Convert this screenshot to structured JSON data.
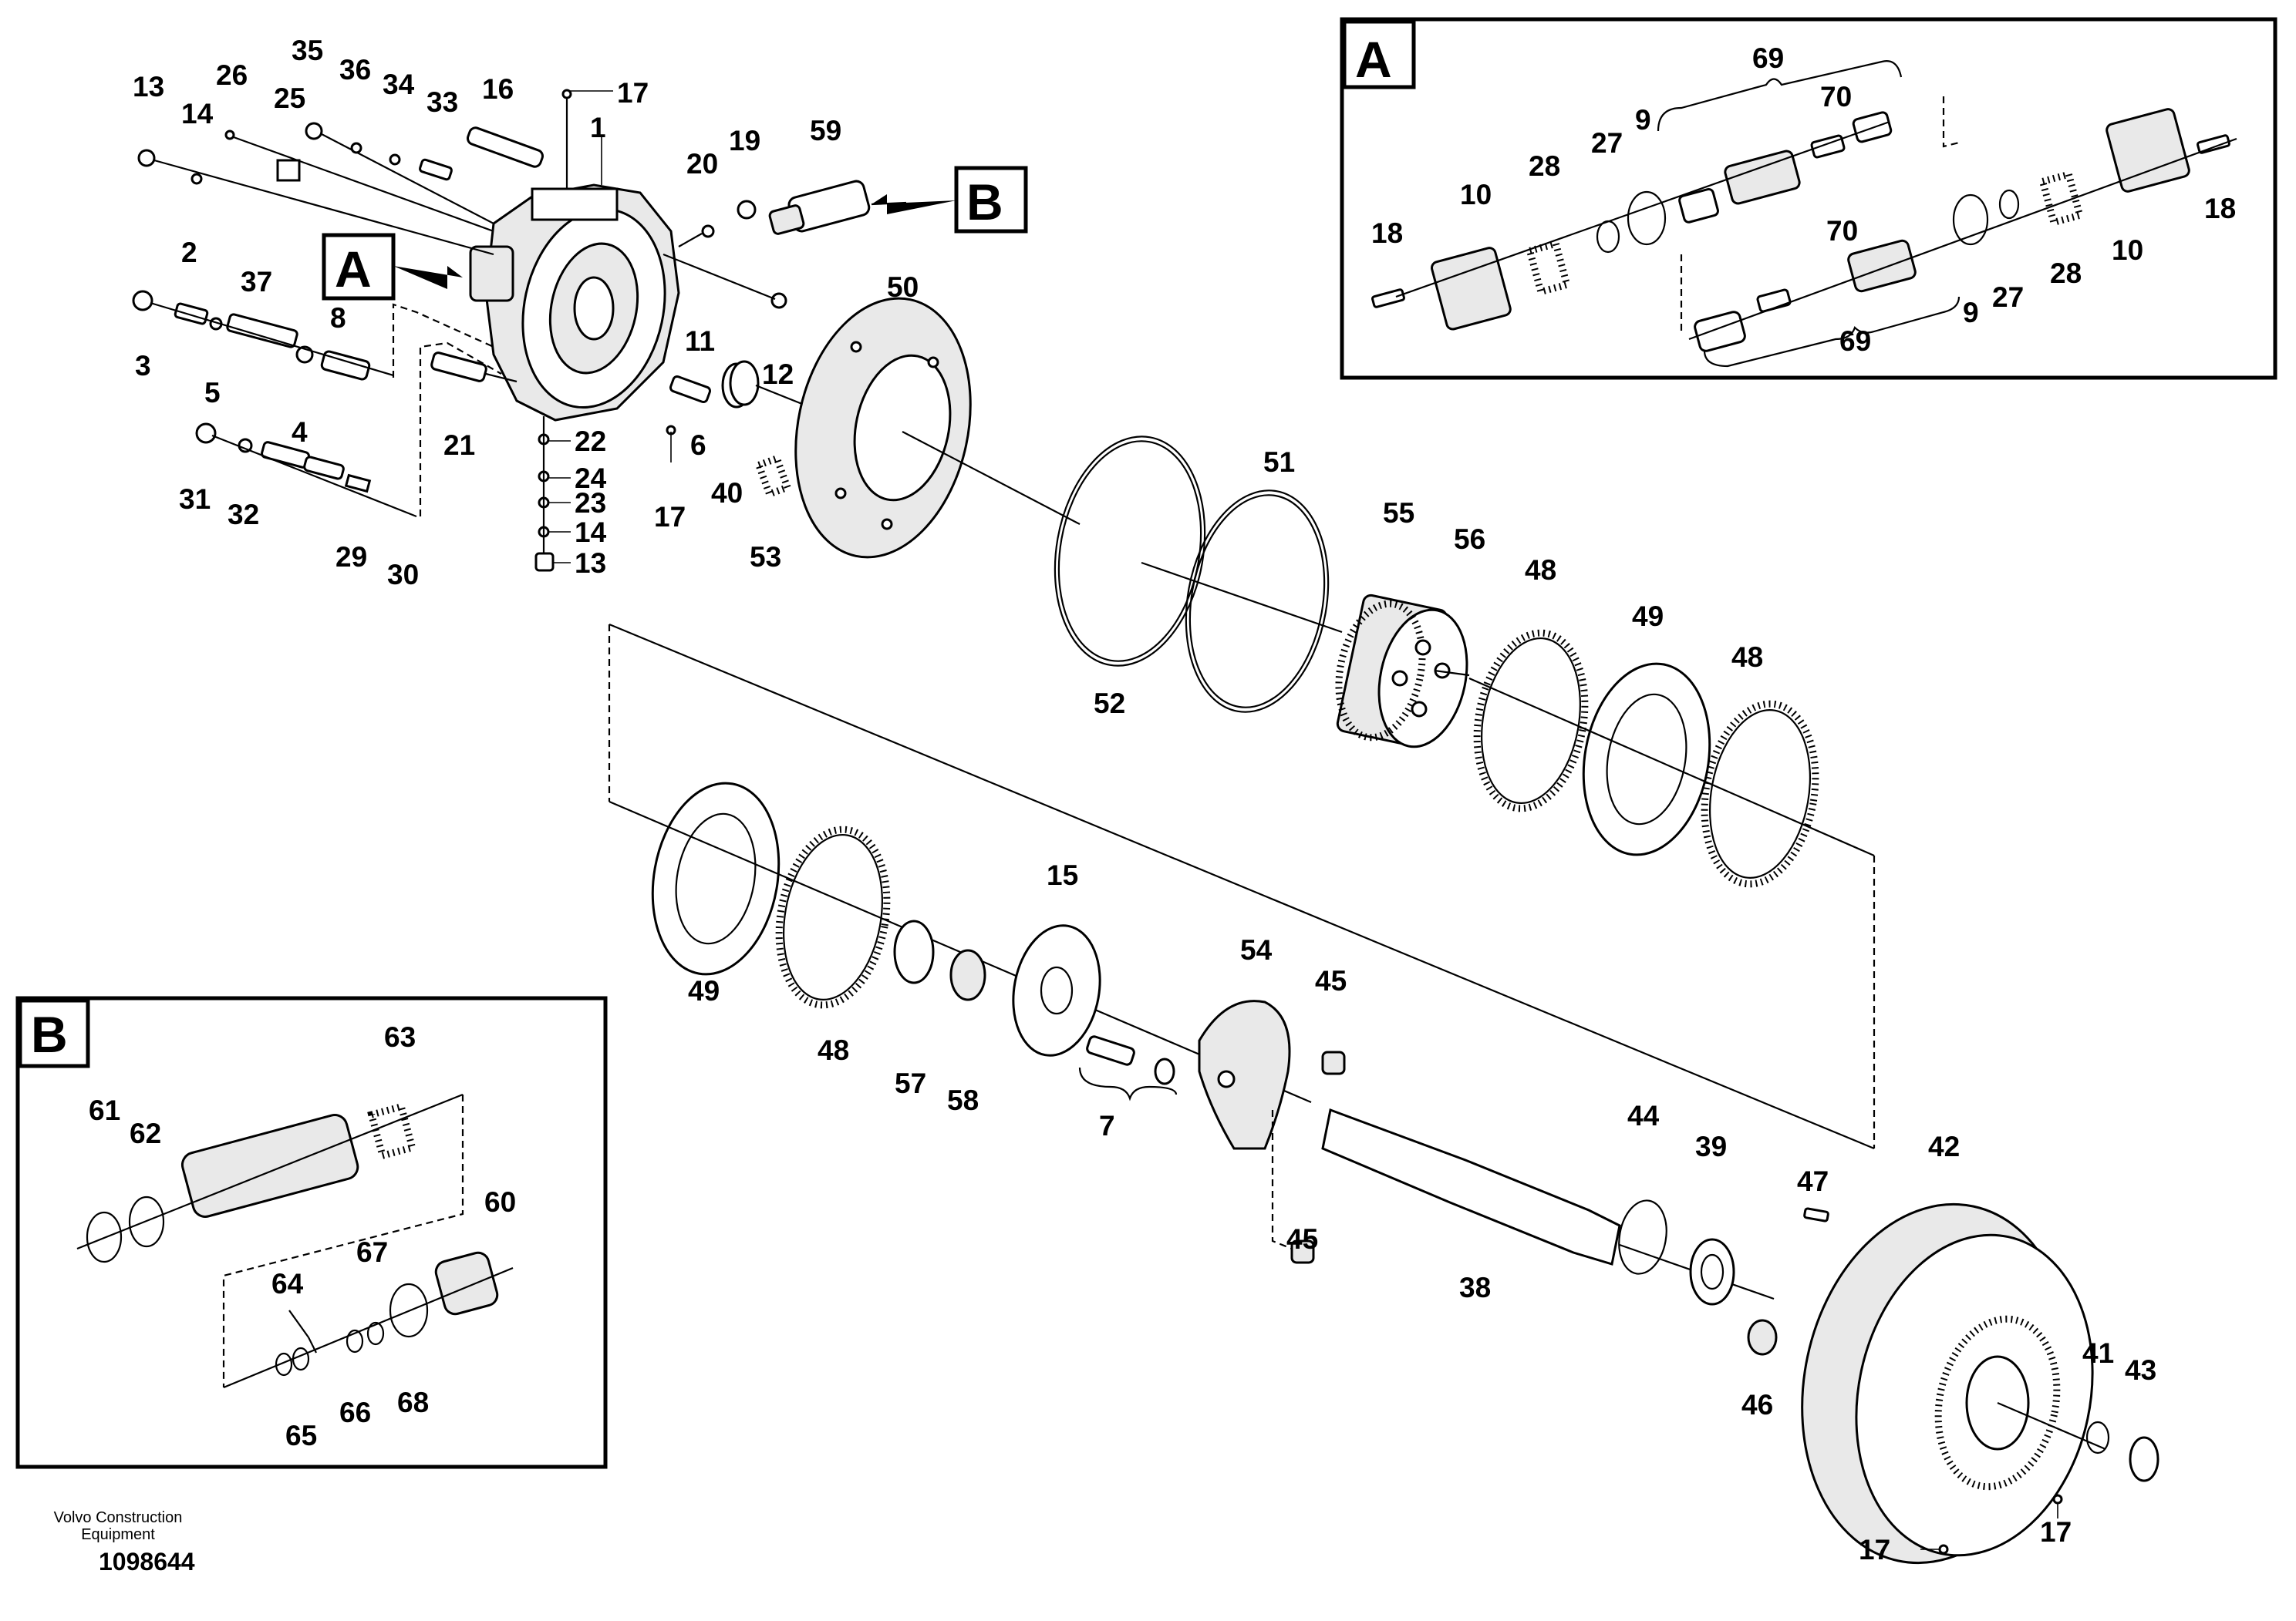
{
  "views": {
    "a": {
      "label": "A"
    },
    "b": {
      "label": "B"
    }
  },
  "labels": {
    "n1": "1",
    "n2": "2",
    "n3": "3",
    "n4": "4",
    "n5": "5",
    "n6": "6",
    "n7": "7",
    "n8": "8",
    "n11": "11",
    "n12": "12",
    "n13a": "13",
    "n13b": "13",
    "n14a": "14",
    "n14b": "14",
    "n15": "15",
    "n16": "16",
    "n17a": "17",
    "n17b": "17",
    "n17c": "17",
    "n17d": "17",
    "n19": "19",
    "n20": "20",
    "n21": "21",
    "n22": "22",
    "n23": "23",
    "n24": "24",
    "n25": "25",
    "n26": "26",
    "n29": "29",
    "n30": "30",
    "n31": "31",
    "n32": "32",
    "n33": "33",
    "n34": "34",
    "n35": "35",
    "n36": "36",
    "n37": "37",
    "n38": "38",
    "n39": "39",
    "n40": "40",
    "n41": "41",
    "n42": "42",
    "n43": "43",
    "n44": "44",
    "n45a": "45",
    "n45b": "45",
    "n46": "46",
    "n47": "47",
    "n48a": "48",
    "n48b": "48",
    "n48c": "48",
    "n49a": "49",
    "n49b": "49",
    "n50": "50",
    "n51": "51",
    "n52": "52",
    "n53": "53",
    "n54": "54",
    "n55": "55",
    "n56": "56",
    "n57": "57",
    "n58": "58",
    "n59": "59"
  },
  "inset_a": {
    "n69a": "69",
    "n70a": "70",
    "n9a": "9",
    "n27a": "27",
    "n28a": "28",
    "n10a": "10",
    "n18a": "18",
    "n69b": "69",
    "n70b": "70",
    "n9b": "9",
    "n27b": "27",
    "n28b": "28",
    "n10b": "10",
    "n18b": "18"
  },
  "inset_b": {
    "n63": "63",
    "n61": "61",
    "n62": "62",
    "n60": "60",
    "n67": "67",
    "n64": "64",
    "n65": "65",
    "n66": "66",
    "n68": "68"
  },
  "footer": {
    "brand_line1": "Volvo Construction",
    "brand_line2": "Equipment",
    "drawing_number": "1098644"
  }
}
